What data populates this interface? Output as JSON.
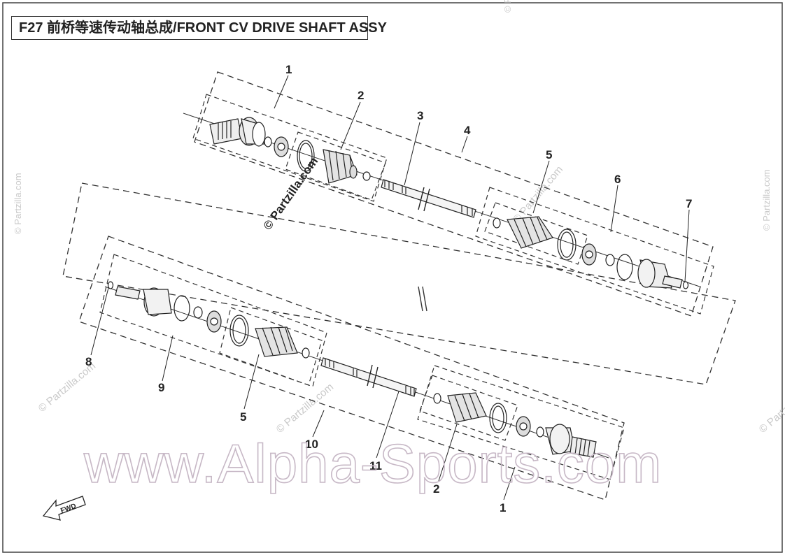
{
  "title": "F27 前桥等速传动轴总成/FRONT CV DRIVE SHAFT ASSY",
  "callouts": {
    "upper_1": "1",
    "upper_2": "2",
    "upper_3": "3",
    "upper_4": "4",
    "upper_5": "5",
    "upper_6": "6",
    "upper_7": "7",
    "lower_8": "8",
    "lower_9": "9",
    "lower_5": "5",
    "lower_10": "10",
    "lower_11": "11",
    "lower_2": "2",
    "lower_1": "1"
  },
  "fwd_label": "FWD",
  "watermarks": {
    "partzilla": "© Partzilla.com",
    "alpha_sports": "www.Alpha-Sports.com"
  }
}
